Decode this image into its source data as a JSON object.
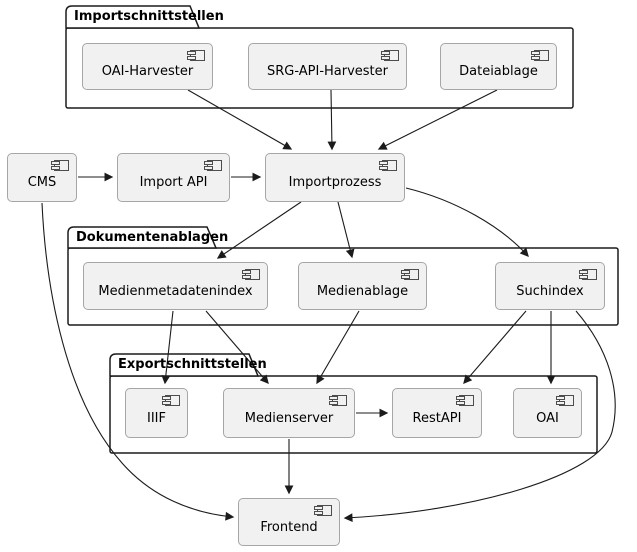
{
  "diagram_type": "component-diagram",
  "colors": {
    "background": "#ffffff",
    "component_fill": "#f1f1f1",
    "component_border": "#a6a6a6",
    "package_border": "#1b1b1b",
    "edge": "#1b1b1b",
    "text": "#000000"
  },
  "packages": [
    {
      "title": "Importschnittstellen",
      "members": [
        "OAI-Harvester",
        "SRG-API-Harvester",
        "Dateiablage"
      ]
    },
    {
      "title": "Dokumentenablagen",
      "members": [
        "Medienmetadatenindex",
        "Medienablage",
        "Suchindex"
      ]
    },
    {
      "title": "Exportschnittstellen",
      "members": [
        "IIIF",
        "Medienserver",
        "RestAPI",
        "OAI"
      ]
    }
  ],
  "components": [
    {
      "label": "OAI-Harvester"
    },
    {
      "label": "SRG-API-Harvester"
    },
    {
      "label": "Dateiablage"
    },
    {
      "label": "CMS"
    },
    {
      "label": "Import API"
    },
    {
      "label": "Importprozess"
    },
    {
      "label": "Medienmetadatenindex"
    },
    {
      "label": "Medienablage"
    },
    {
      "label": "Suchindex"
    },
    {
      "label": "IIIF"
    },
    {
      "label": "Medienserver"
    },
    {
      "label": "RestAPI"
    },
    {
      "label": "OAI"
    },
    {
      "label": "Frontend"
    }
  ],
  "edges": [
    {
      "from": "OAI-Harvester",
      "to": "Importprozess"
    },
    {
      "from": "SRG-API-Harvester",
      "to": "Importprozess"
    },
    {
      "from": "Dateiablage",
      "to": "Importprozess"
    },
    {
      "from": "CMS",
      "to": "Import API"
    },
    {
      "from": "Import API",
      "to": "Importprozess"
    },
    {
      "from": "Importprozess",
      "to": "Medienmetadatenindex"
    },
    {
      "from": "Importprozess",
      "to": "Medienablage"
    },
    {
      "from": "Importprozess",
      "to": "Suchindex"
    },
    {
      "from": "Medienmetadatenindex",
      "to": "IIIF"
    },
    {
      "from": "Medienmetadatenindex",
      "to": "Medienserver"
    },
    {
      "from": "Medienablage",
      "to": "Medienserver"
    },
    {
      "from": "Suchindex",
      "to": "RestAPI"
    },
    {
      "from": "Suchindex",
      "to": "OAI"
    },
    {
      "from": "Suchindex",
      "to": "Frontend"
    },
    {
      "from": "Medienserver",
      "to": "RestAPI"
    },
    {
      "from": "Medienserver",
      "to": "Frontend"
    },
    {
      "from": "CMS",
      "to": "Frontend"
    }
  ]
}
